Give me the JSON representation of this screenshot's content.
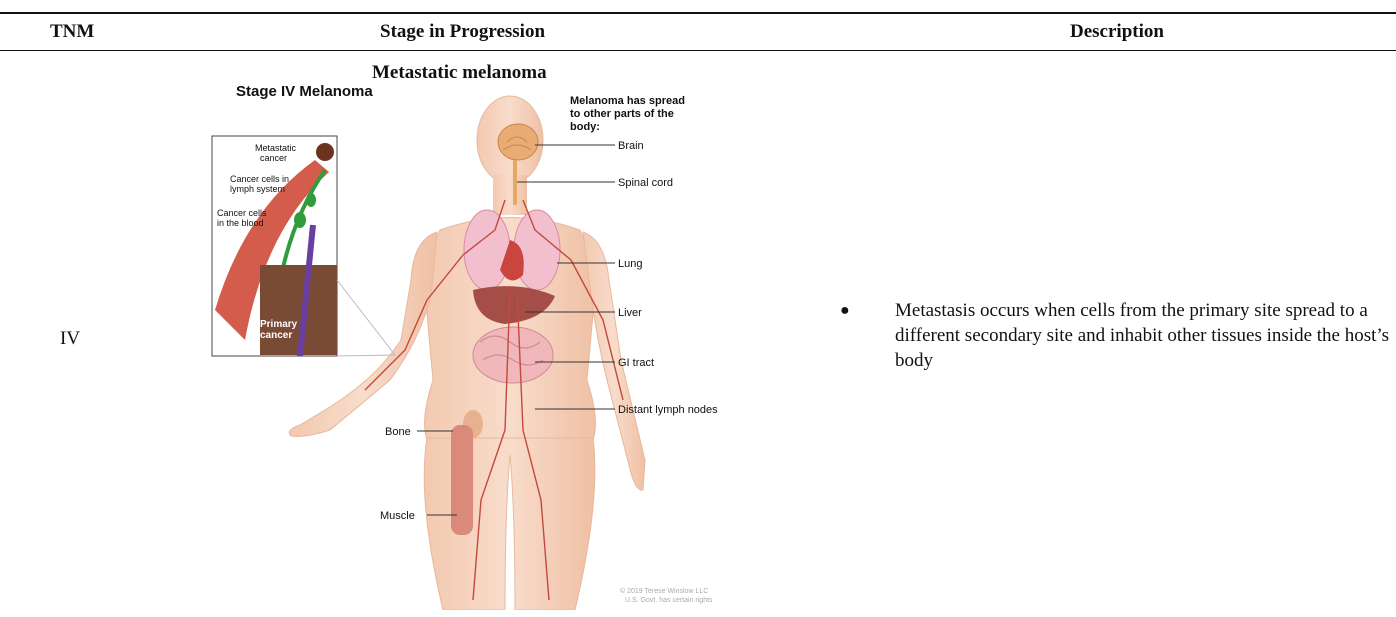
{
  "table": {
    "headers": {
      "tnm": "TNM",
      "stage": "Stage in Progression",
      "description": "Description"
    },
    "row": {
      "tnm": "IV",
      "figure": {
        "caption": "Metastatic melanoma",
        "heading": "Stage IV Melanoma",
        "spread_note": [
          "Melanoma has spread",
          "to other parts of the",
          "body:"
        ],
        "organ_labels": {
          "brain": "Brain",
          "spinal_cord": "Spinal cord",
          "lung": "Lung",
          "liver": "Liver",
          "gi_tract": "GI tract",
          "distant_lymph_nodes": "Distant lymph nodes",
          "bone": "Bone",
          "muscle": "Muscle"
        },
        "inset_labels": {
          "metastatic_cancer": [
            "Metastatic",
            "cancer"
          ],
          "lymph_system": [
            "Cancer cells in",
            "lymph system"
          ],
          "blood": [
            "Cancer cells",
            "in the blood"
          ],
          "primary_cancer": [
            "Primary",
            "cancer"
          ]
        },
        "copyright": [
          "© 2019 Terese Winslow LLC",
          "U.S. Govt. has certain rights"
        ]
      },
      "description": "Metastasis occurs when cells from the primary site spread to a different secondary site and inhabit other tissues inside the host’s body"
    }
  }
}
